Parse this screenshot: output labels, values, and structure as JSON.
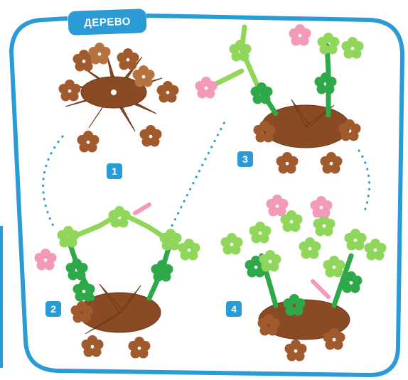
{
  "header": {
    "title": "ДЕРЕВО"
  },
  "steps": [
    {
      "label": "1"
    },
    {
      "label": "2"
    },
    {
      "label": "3"
    },
    {
      "label": "4"
    }
  ],
  "colors": {
    "frame": "#2a9bd6",
    "brown": "#8a4a24",
    "brown_light": "#b5733f",
    "green_light": "#8fd65a",
    "green_dark": "#2fa84a",
    "pink": "#f29ab8"
  }
}
